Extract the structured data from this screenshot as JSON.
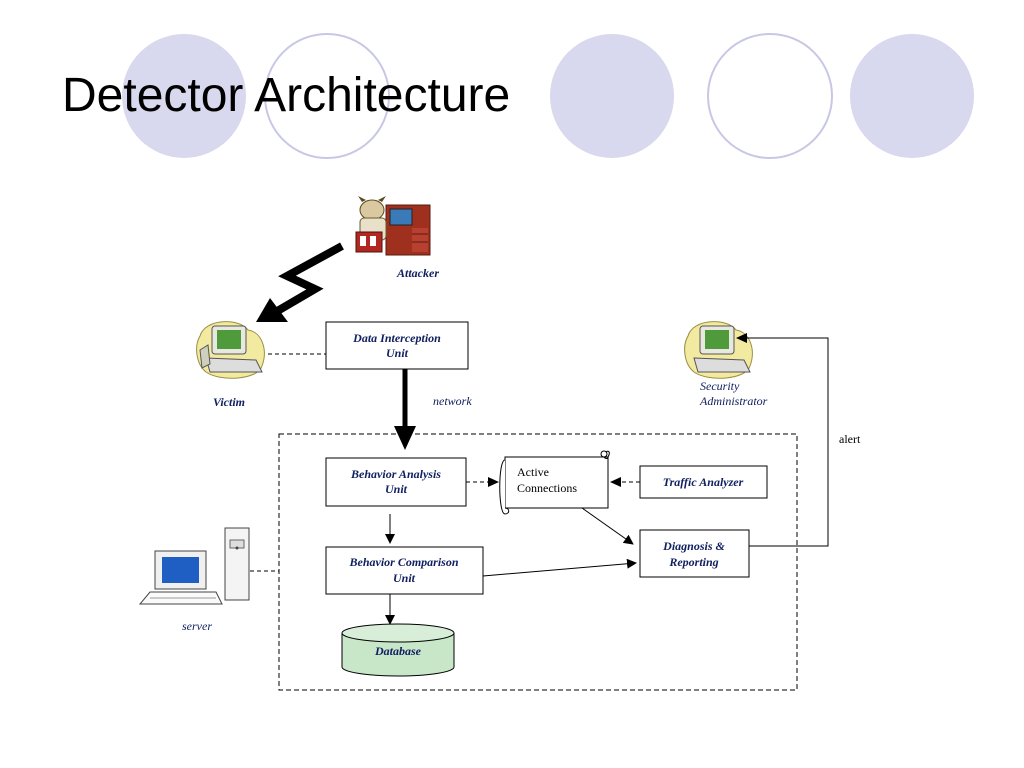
{
  "slide": {
    "title": "Detector Architecture"
  },
  "nodes": {
    "attacker": "Attacker",
    "victim": "Victim",
    "data_interception": [
      "Data Interception",
      "Unit"
    ],
    "network": "network",
    "security_admin": [
      "Security",
      "Administrator"
    ],
    "alert": "alert",
    "behavior_analysis": [
      "Behavior Analysis",
      "Unit"
    ],
    "active_connections": [
      "Active",
      "Connections"
    ],
    "traffic_analyzer": "Traffic Analyzer",
    "behavior_comparison": [
      "Behavior Comparison",
      "Unit"
    ],
    "diagnosis": [
      "Diagnosis &",
      "Reporting"
    ],
    "database": "Database",
    "server": "server"
  },
  "colors": {
    "circle_fill": "#d8d8ee",
    "circle_stroke": "#c8c8e6",
    "database_fill": "#c8e6c8",
    "label_color": "#102060"
  }
}
